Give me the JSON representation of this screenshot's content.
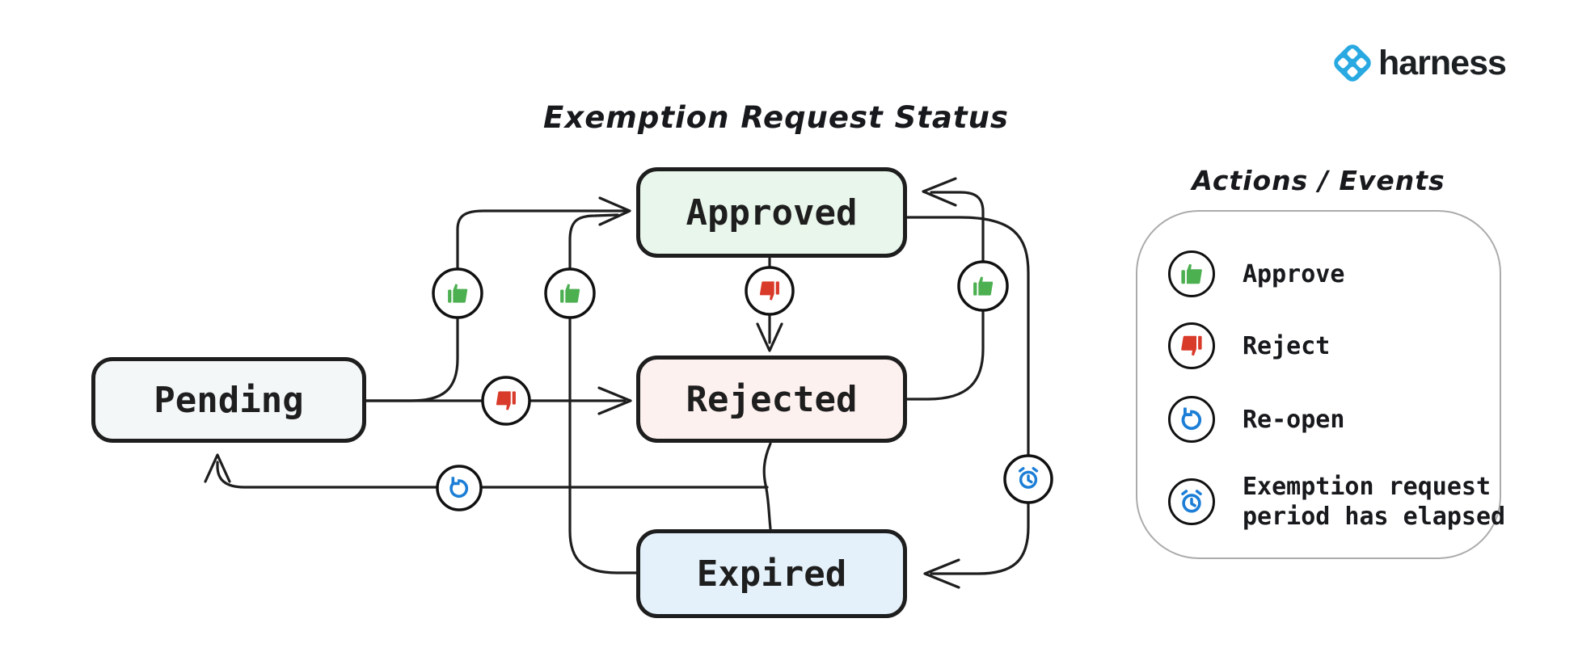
{
  "brand": {
    "name": "harness"
  },
  "diagram": {
    "title": "Exemption Request Status",
    "states": [
      {
        "id": "pending",
        "label": "Pending"
      },
      {
        "id": "approved",
        "label": "Approved"
      },
      {
        "id": "rejected",
        "label": "Rejected"
      },
      {
        "id": "expired",
        "label": "Expired"
      }
    ],
    "transitions": [
      {
        "from": "Pending",
        "to": "Approved",
        "action": "Approve"
      },
      {
        "from": "Pending",
        "to": "Rejected",
        "action": "Reject"
      },
      {
        "from": "Approved",
        "to": "Rejected",
        "action": "Reject"
      },
      {
        "from": "Rejected",
        "to": "Approved",
        "action": "Approve"
      },
      {
        "from": "Expired",
        "to": "Approved",
        "action": "Approve"
      },
      {
        "from": "Approved",
        "to": "Expired",
        "action": "Exemption request period has elapsed"
      },
      {
        "from": "Rejected",
        "to": "Pending",
        "action": "Re-open"
      },
      {
        "from": "Expired",
        "to": "Pending",
        "action": "Re-open"
      }
    ]
  },
  "legend": {
    "title": "Actions / Events",
    "items": [
      {
        "icon": "thumbs-up-icon",
        "label": "Approve"
      },
      {
        "icon": "thumbs-down-icon",
        "label": "Reject"
      },
      {
        "icon": "reopen-icon",
        "label": "Re-open"
      },
      {
        "icon": "alarm-clock-icon",
        "label": "Exemption request period has elapsed"
      }
    ]
  },
  "colors": {
    "approve-green": "#4caf50",
    "reject-red": "#d93b2b",
    "action-blue": "#1c7ed6",
    "stroke-dark": "#1e1e1e",
    "brand-blue": "#29a9e1",
    "brand-text": "#1d2023",
    "legend-border": "#ababab",
    "state-pending": "#f4f7f8",
    "state-approved": "#e9f6ec",
    "state-rejected": "#fdf1ef",
    "state-expired": "#e4f1fb",
    "background": "#ffffff"
  }
}
